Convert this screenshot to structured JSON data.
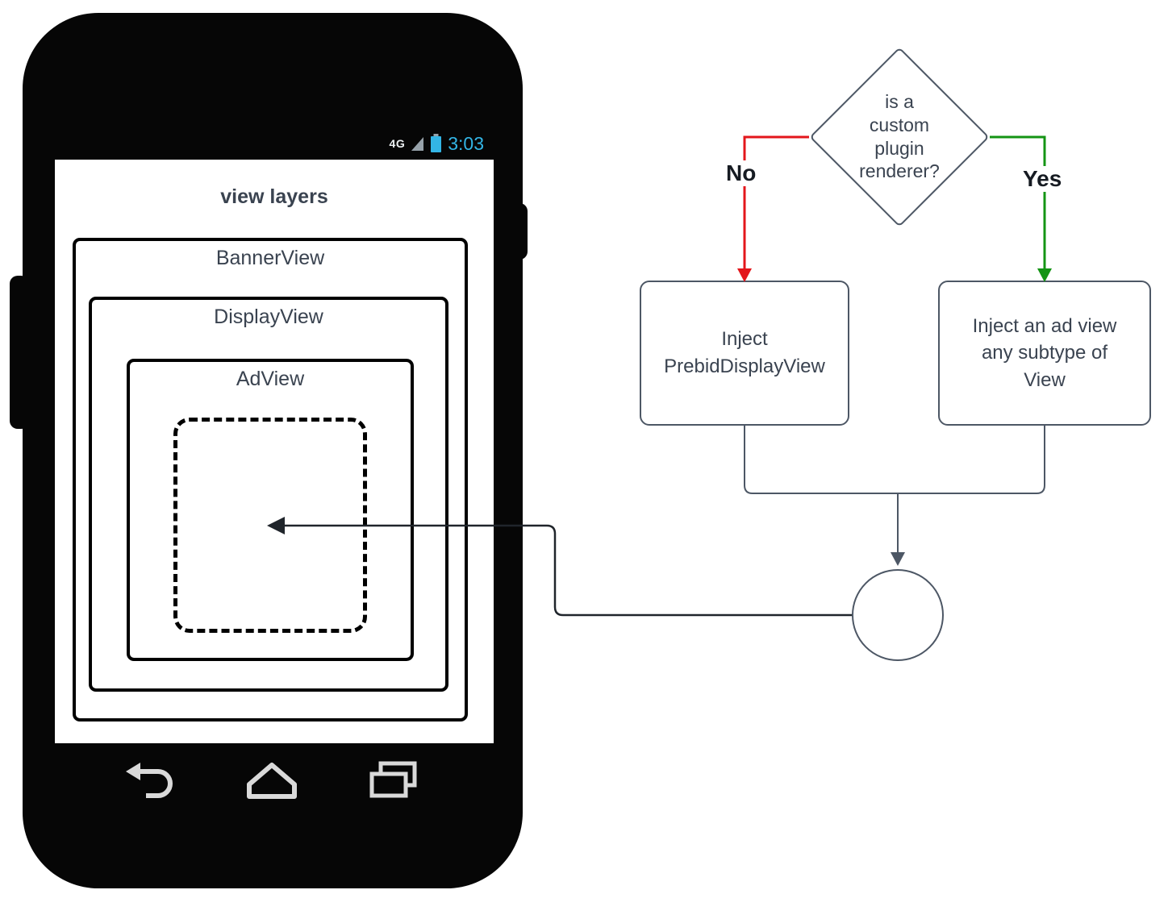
{
  "phone": {
    "status_bar": {
      "network": "4G",
      "time": "3:03"
    },
    "title": "view layers",
    "layers": {
      "banner": "BannerView",
      "display": "DisplayView",
      "ad": "AdView"
    }
  },
  "flowchart": {
    "decision": "is a custom plugin renderer?",
    "no_label": "No",
    "yes_label": "Yes",
    "no_box": "Inject PrebidDisplayView",
    "yes_box": "Inject an ad view any subtype of View"
  },
  "colors": {
    "no_arrow": "#e3161b",
    "yes_arrow": "#149414",
    "connector": "#4d5765",
    "inject_arrow": "#20252b",
    "time_blue": "#33b5e5"
  }
}
